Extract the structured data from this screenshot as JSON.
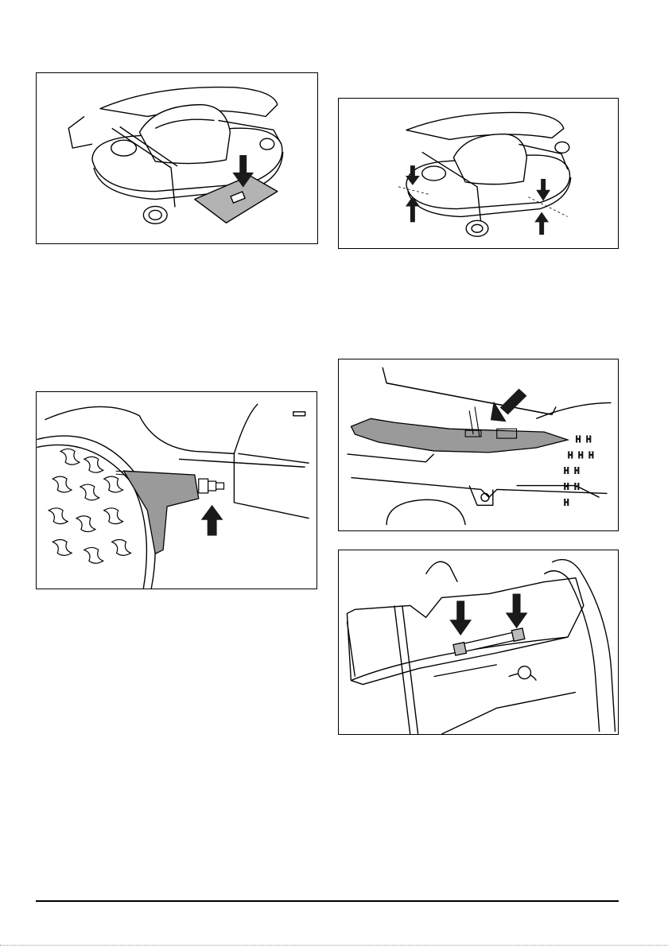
{
  "page": {
    "background": "#ffffff",
    "ink": "#000000",
    "arrow_fill": "#1a1a1a",
    "part_shade": "#9a9a9a"
  },
  "figures": [
    {
      "id": "fig1",
      "icons": [
        "mower-front-view",
        "down-arrow-icon",
        "deck-plate"
      ]
    },
    {
      "id": "fig2",
      "icons": [
        "mower-front-view",
        "height-adjust-arrows-icon"
      ]
    },
    {
      "id": "fig3",
      "icons": [
        "rear-tyre",
        "bracket-bolt",
        "up-arrow-icon"
      ]
    },
    {
      "id": "fig4",
      "icons": [
        "deck-linkage",
        "diagonal-arrow-icon"
      ]
    },
    {
      "id": "fig5",
      "icons": [
        "adjust-rod",
        "down-arrow-icon",
        "down-arrow-icon"
      ]
    }
  ]
}
